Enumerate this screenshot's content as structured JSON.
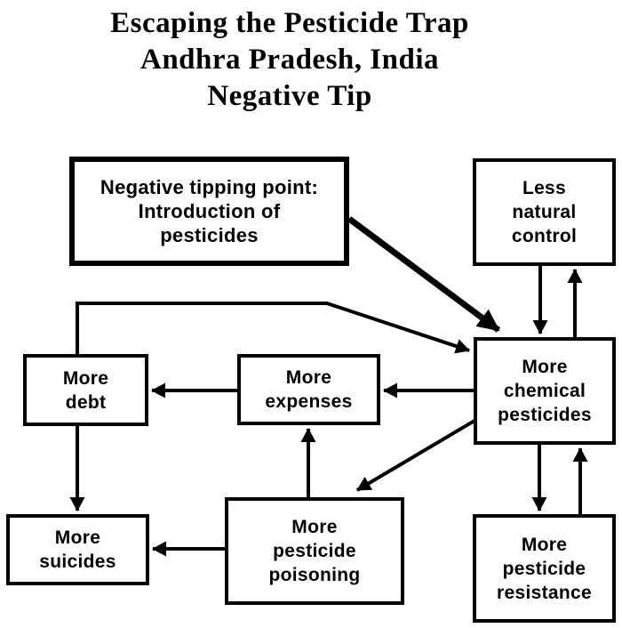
{
  "title": {
    "text": "Escaping the Pesticide Trap\nAndhra Pradesh, India\nNegative Tip"
  },
  "nodes": {
    "tipping_point": {
      "label": "Negative tipping point:\nIntroduction of\npesticides"
    },
    "less_natural_control": {
      "label": "Less\nnatural\ncontrol"
    },
    "more_chemical_pesticides": {
      "label": "More\nchemical\npesticides"
    },
    "more_debt": {
      "label": "More\ndebt"
    },
    "more_expenses": {
      "label": "More\nexpenses"
    },
    "more_suicides": {
      "label": "More\nsuicides"
    },
    "more_pesticide_poisoning": {
      "label": "More\npesticide\npoisoning"
    },
    "more_pesticide_resistance": {
      "label": "More\npesticide\nresistance"
    }
  },
  "edges": [
    {
      "from": "tipping_point",
      "to": "more_chemical_pesticides",
      "style": "thick"
    },
    {
      "from": "more_debt",
      "to": "more_chemical_pesticides",
      "style": "normal"
    },
    {
      "from": "more_chemical_pesticides",
      "to": "more_expenses",
      "style": "normal"
    },
    {
      "from": "more_expenses",
      "to": "more_debt",
      "style": "normal"
    },
    {
      "from": "more_debt",
      "to": "more_suicides",
      "style": "normal"
    },
    {
      "from": "more_pesticide_poisoning",
      "to": "more_suicides",
      "style": "normal"
    },
    {
      "from": "more_pesticide_poisoning",
      "to": "more_expenses",
      "style": "normal"
    },
    {
      "from": "more_chemical_pesticides",
      "to": "more_pesticide_poisoning",
      "style": "normal"
    },
    {
      "from": "less_natural_control",
      "to": "more_chemical_pesticides",
      "style": "normal"
    },
    {
      "from": "more_chemical_pesticides",
      "to": "less_natural_control",
      "style": "normal"
    },
    {
      "from": "more_chemical_pesticides",
      "to": "more_pesticide_resistance",
      "style": "normal"
    },
    {
      "from": "more_pesticide_resistance",
      "to": "more_chemical_pesticides",
      "style": "normal"
    }
  ],
  "colors": {
    "stroke": "#000000",
    "background": "#ffffff",
    "text": "#000000"
  }
}
